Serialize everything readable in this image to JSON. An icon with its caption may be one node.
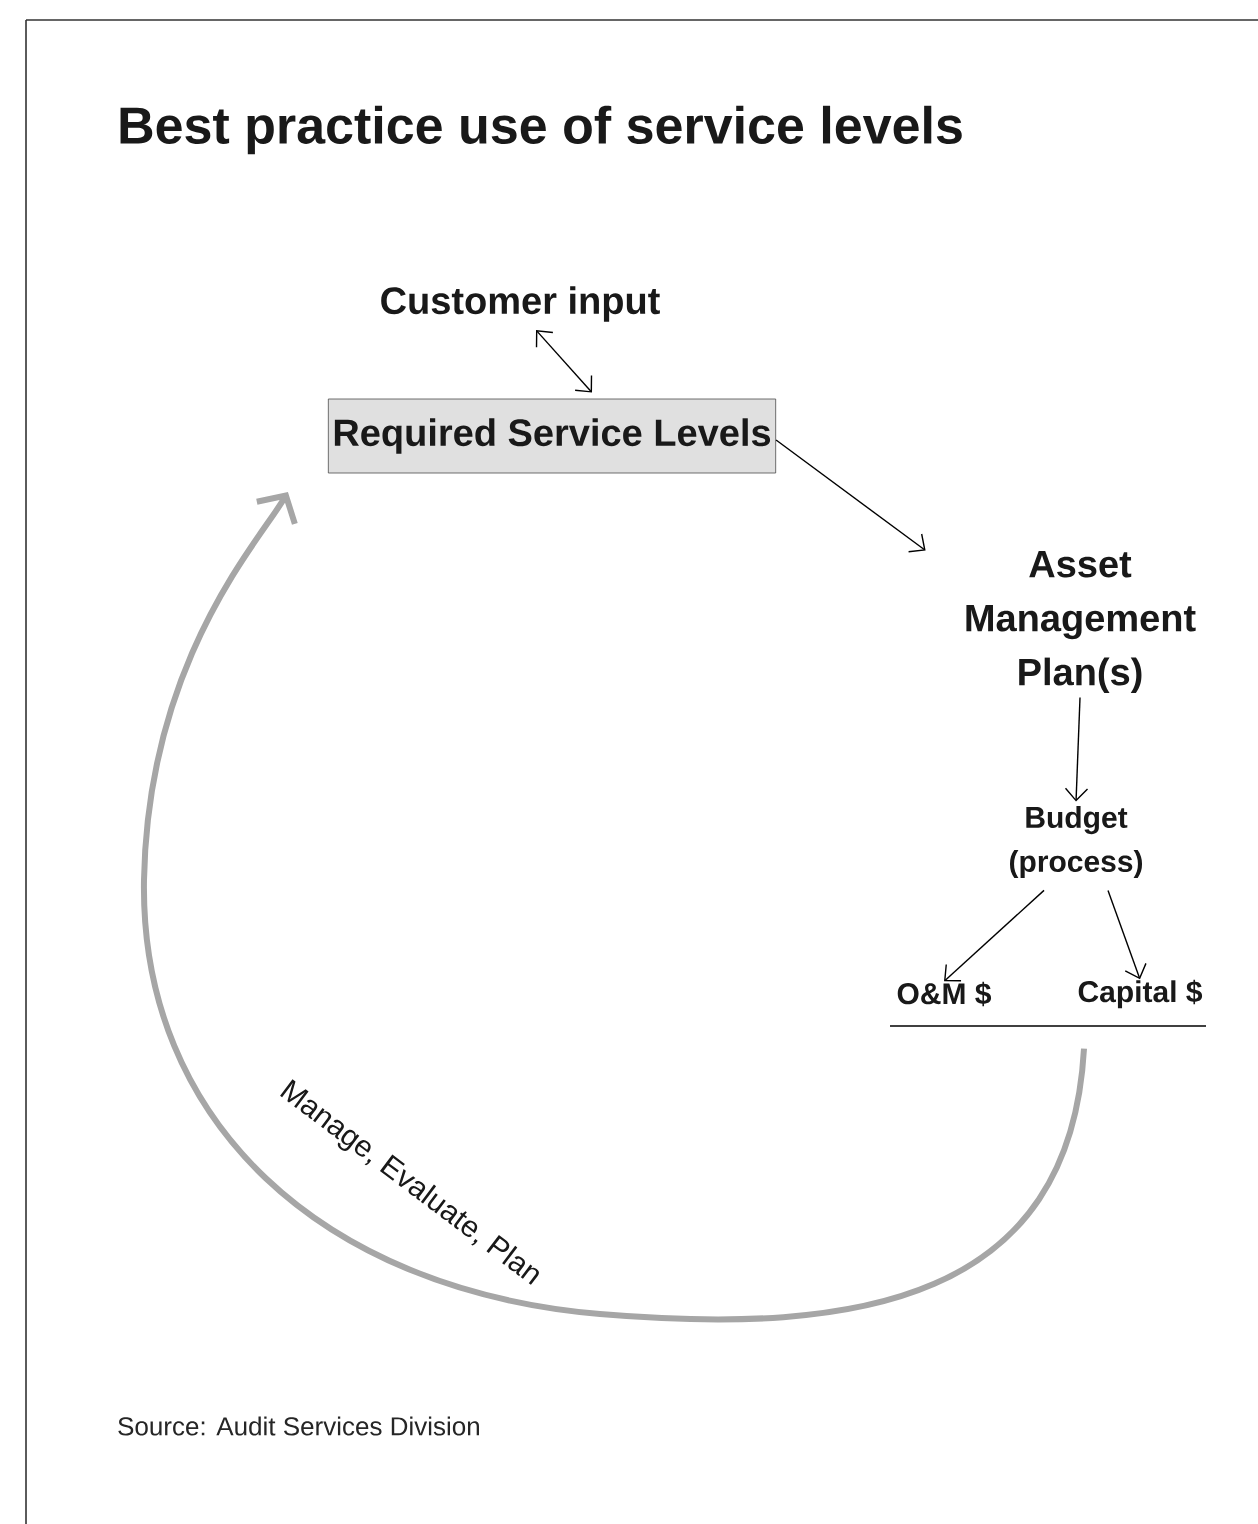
{
  "diagram": {
    "title": "Best practice use of service levels",
    "caption": "Source:  Audit Services Division",
    "nodes": [
      {
        "text": [
          "Customer input"
        ]
      },
      {
        "text": [
          "Required Service Levels"
        ]
      },
      {
        "text": [
          "Asset Management Plan(s)"
        ]
      },
      {
        "text": [
          "Budget (process)"
        ]
      },
      {
        "text": [
          "O&M $"
        ]
      },
      {
        "text": [
          "Capital $"
        ]
      }
    ],
    "edges": [
      {
        "from": 0,
        "to": 1,
        "arrow": "both"
      },
      {
        "from": 1,
        "to": 2,
        "arrow": "to"
      },
      {
        "from": 2,
        "to": 3,
        "arrow": "to"
      },
      {
        "from": 3,
        "to": 4,
        "arrow": "to"
      },
      {
        "from": 3,
        "to": 5,
        "arrow": "to"
      },
      {
        "from": 5,
        "to": 1,
        "arrow": "to",
        "label": "Manage, Evaluate, Plan",
        "style": "thick",
        "color": "#a6a6a6"
      }
    ]
  }
}
